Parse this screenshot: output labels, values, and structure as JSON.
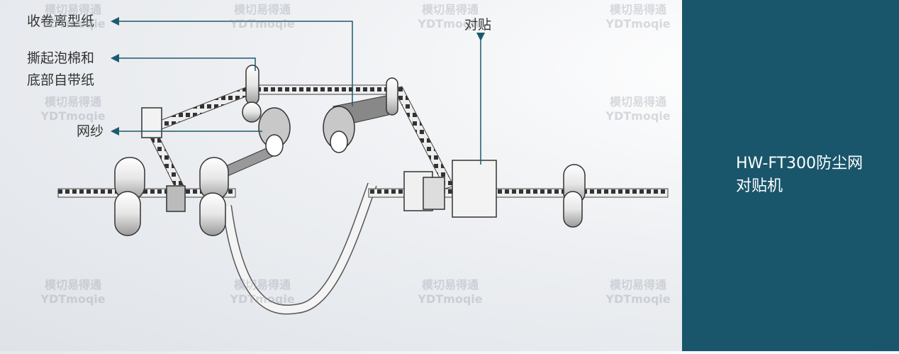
{
  "labels": {
    "rewind_liner": "收卷离型纸",
    "peel_foam_1": "撕起泡棉和",
    "peel_foam_2": "底部自带纸",
    "mesh": "网纱",
    "laminate": "对贴"
  },
  "panel": {
    "title": "HW-FT300防尘网对贴机",
    "bg": "#19566b"
  },
  "watermark": {
    "cn": "模切易得通",
    "en": "YDTmoqie"
  },
  "colors": {
    "leader": "#1d5a6e"
  }
}
